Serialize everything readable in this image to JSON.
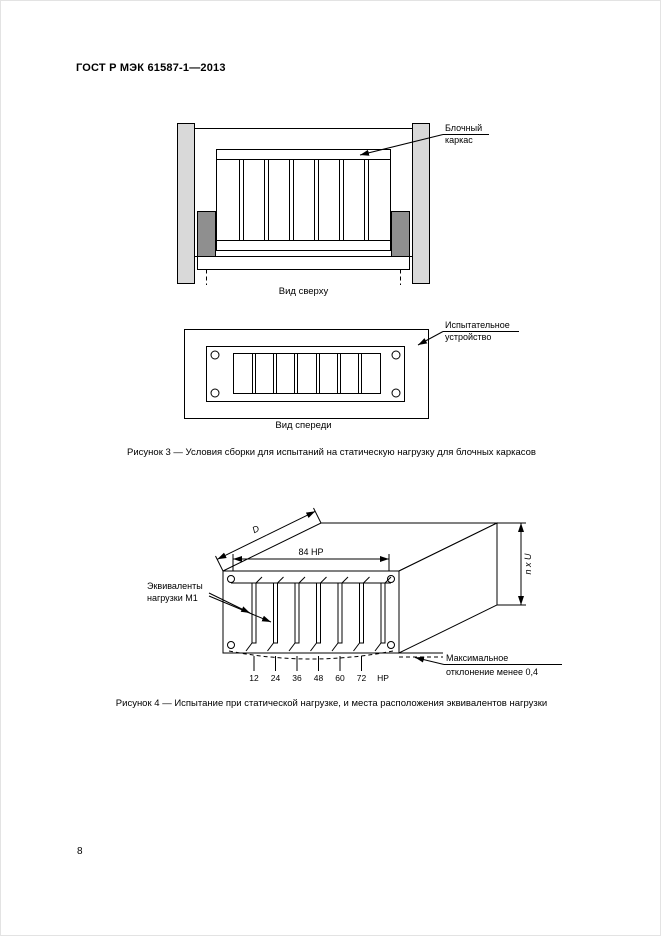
{
  "page": {
    "header": "ГОСТ Р МЭК 61587-1—2013",
    "page_number": "8"
  },
  "figure3": {
    "top_view": {
      "caption": "Вид сверху",
      "label": {
        "line1": "Блочный",
        "line2": "каркас"
      }
    },
    "front_view": {
      "caption": "Вид спереди",
      "label": {
        "line1": "Испытательное",
        "line2": "устройство"
      }
    },
    "caption": "Рисунок 3 — Условия сборки для испытаний на статическую нагрузку для блочных каркасов"
  },
  "figure4": {
    "dimensions": {
      "depth": "D",
      "width": "84 HP",
      "height": "n x U"
    },
    "load_label": {
      "line1": "Эквиваленты",
      "line2": "нагрузки M1"
    },
    "ticks": [
      "12",
      "24",
      "36",
      "48",
      "60",
      "72"
    ],
    "tick_unit": "HP",
    "deviation_label": {
      "line1": "Максимальное",
      "line2": "отклонение менее 0,4"
    },
    "caption": "Рисунок 4 — Испытание при статической нагрузке, и места расположения эквивалентов нагрузки"
  }
}
